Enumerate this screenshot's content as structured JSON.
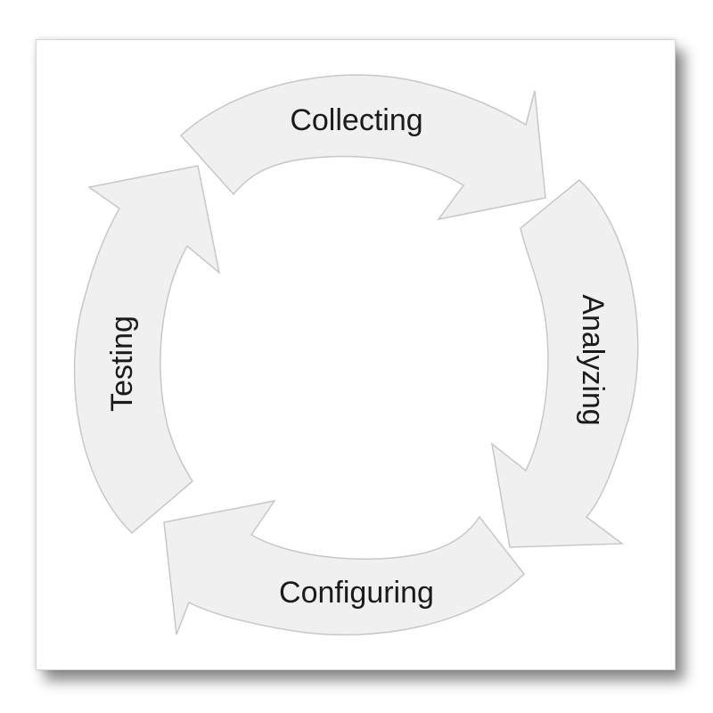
{
  "diagram": {
    "stages": [
      {
        "id": "collecting",
        "label": "Collecting"
      },
      {
        "id": "analyzing",
        "label": "Analyzing"
      },
      {
        "id": "configuring",
        "label": "Configuring"
      },
      {
        "id": "testing",
        "label": "Testing"
      }
    ],
    "colors": {
      "arrow_fill": "#f0f0f0",
      "arrow_stroke": "#c7c7c7",
      "text": "#1a1a1a",
      "background": "#ffffff"
    }
  }
}
